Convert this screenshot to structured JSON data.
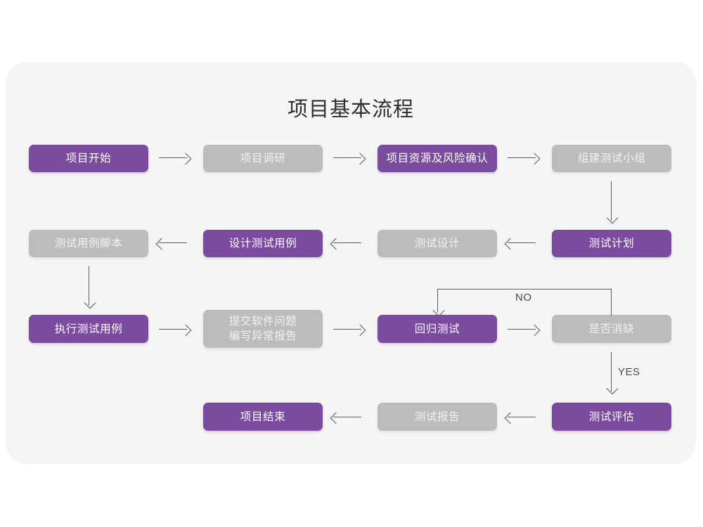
{
  "page": {
    "background": "#ffffff",
    "card_background": "#f5f5f6"
  },
  "diagram": {
    "title": "项目基本流程",
    "colors": {
      "purple": "#7a4b9f",
      "gray": "#bcbcbc",
      "line": "#5c5c5c",
      "title_text": "#2e2e2e"
    },
    "nodes": [
      {
        "id": "n1",
        "label": "项目开始",
        "style": "purple"
      },
      {
        "id": "n2",
        "label": "项目调研",
        "style": "gray"
      },
      {
        "id": "n3",
        "label": "项目资源及风险确认",
        "style": "purple"
      },
      {
        "id": "n4",
        "label": "组建测试小组",
        "style": "gray"
      },
      {
        "id": "n5",
        "label": "测试计划",
        "style": "purple"
      },
      {
        "id": "n6",
        "label": "测试设计",
        "style": "gray"
      },
      {
        "id": "n7",
        "label": "设计测试用例",
        "style": "purple"
      },
      {
        "id": "n8",
        "label": "测试用例脚本",
        "style": "gray"
      },
      {
        "id": "n9",
        "label": "执行测试用例",
        "style": "purple"
      },
      {
        "id": "n10",
        "label": "提交软件问题\n编写异常报告",
        "style": "gray"
      },
      {
        "id": "n11",
        "label": "回归测试",
        "style": "purple"
      },
      {
        "id": "n12",
        "label": "是否消缺",
        "style": "gray"
      },
      {
        "id": "n13",
        "label": "测试评估",
        "style": "purple"
      },
      {
        "id": "n14",
        "label": "测试报告",
        "style": "gray"
      },
      {
        "id": "n15",
        "label": "项目结束",
        "style": "purple"
      }
    ],
    "edge_labels": [
      {
        "id": "no",
        "text": "NO"
      },
      {
        "id": "yes",
        "text": "YES"
      }
    ],
    "edges": [
      {
        "from": "n1",
        "to": "n2",
        "direction": "right"
      },
      {
        "from": "n2",
        "to": "n3",
        "direction": "right"
      },
      {
        "from": "n3",
        "to": "n4",
        "direction": "right"
      },
      {
        "from": "n4",
        "to": "n5",
        "direction": "down"
      },
      {
        "from": "n5",
        "to": "n6",
        "direction": "left"
      },
      {
        "from": "n6",
        "to": "n7",
        "direction": "left"
      },
      {
        "from": "n7",
        "to": "n8",
        "direction": "left"
      },
      {
        "from": "n8",
        "to": "n9",
        "direction": "down"
      },
      {
        "from": "n9",
        "to": "n10",
        "direction": "right"
      },
      {
        "from": "n10",
        "to": "n11",
        "direction": "right"
      },
      {
        "from": "n11",
        "to": "n12",
        "direction": "right"
      },
      {
        "from": "n12",
        "to": "n11",
        "direction": "loop-up-left",
        "label": "NO"
      },
      {
        "from": "n12",
        "to": "n13",
        "direction": "down",
        "label": "YES"
      },
      {
        "from": "n13",
        "to": "n14",
        "direction": "left"
      },
      {
        "from": "n14",
        "to": "n15",
        "direction": "left"
      }
    ]
  }
}
